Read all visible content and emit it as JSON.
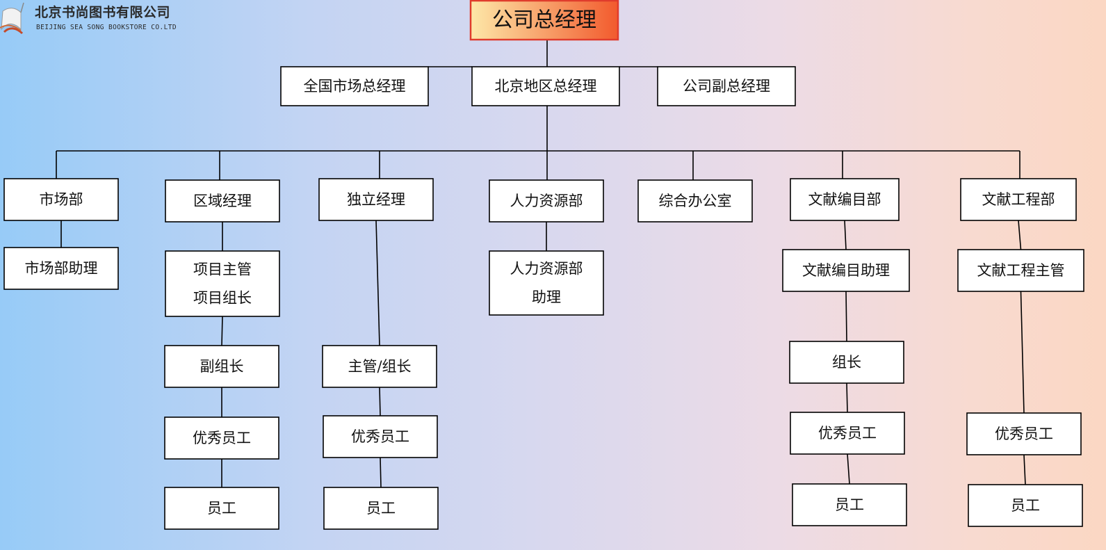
{
  "logo": {
    "name_zh": "北京书尚图书有限公司",
    "name_en": "BEIJING SEA SONG BOOKSTORE CO.LTD"
  },
  "colors": {
    "box_fill": "#ffffff",
    "box_stroke": "#000000",
    "line": "#000000",
    "root_gradient_start": "#fde8a8",
    "root_gradient_end": "#f25a2d",
    "root_stroke": "#e03c2c"
  },
  "org": {
    "root": "公司总经理",
    "level1": [
      "全国市场总经理",
      "北京地区总经理",
      "公司副总经理"
    ],
    "departments": [
      {
        "name": "市场部",
        "chain": [
          "市场部助理"
        ]
      },
      {
        "name": "区域经理",
        "chain": [
          "项目主管\n项目组长",
          "副组长",
          "优秀员工",
          "员工"
        ]
      },
      {
        "name": "独立经理",
        "chain": [
          "主管/组长",
          "优秀员工",
          "员工"
        ]
      },
      {
        "name": "人力资源部",
        "chain": [
          "人力资源部\n助理"
        ]
      },
      {
        "name": "综合办公室",
        "chain": []
      },
      {
        "name": "文献编目部",
        "chain": [
          "文献编目助理",
          "组长",
          "优秀员工",
          "员工"
        ]
      },
      {
        "name": "文献工程部",
        "chain": [
          "文献工程主管",
          "优秀员工",
          "员工"
        ]
      }
    ]
  }
}
